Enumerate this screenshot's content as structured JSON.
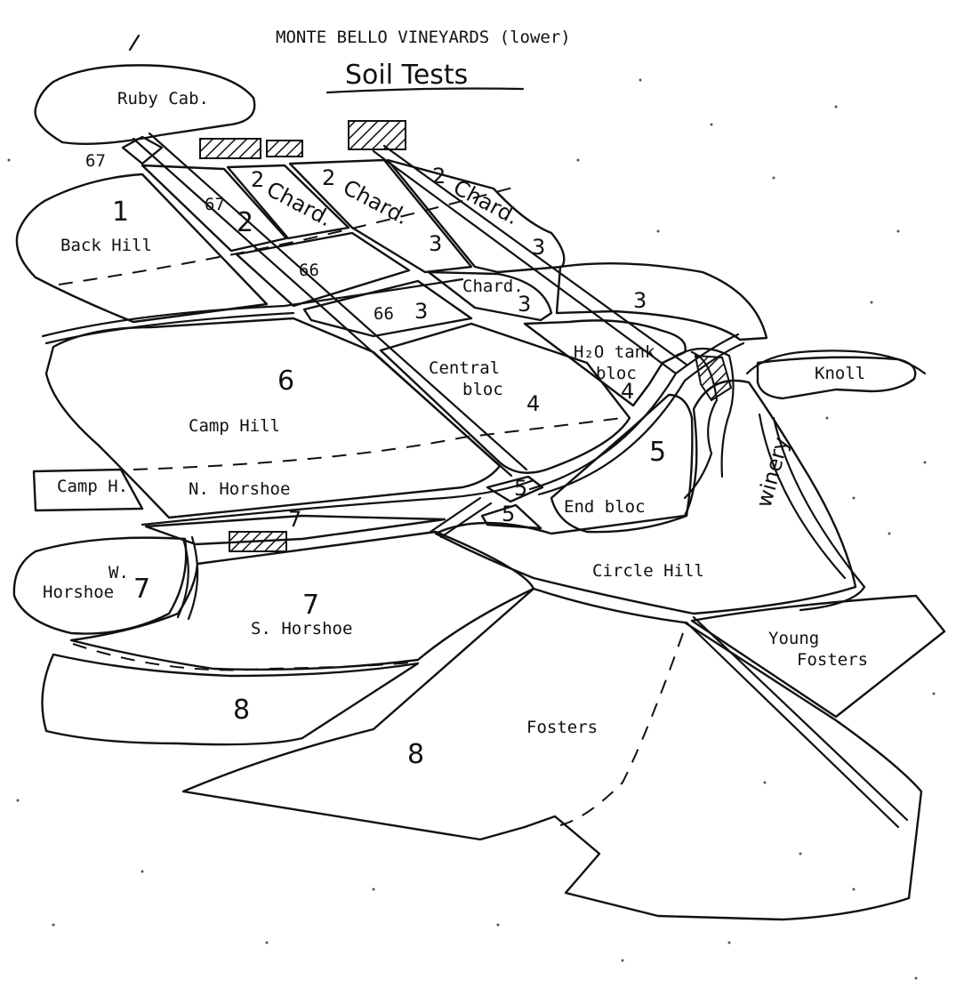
{
  "title": "MONTE BELLO VINEYARDS (lower)",
  "subtitle": "Soil Tests",
  "labels": {
    "ruby_cab": "Ruby Cab.",
    "back_hill": "Back Hill",
    "camp_hill": "Camp Hill",
    "camp_h": "Camp H.",
    "n_horshoe": "N. Horshoe",
    "w_horshoe_1": "W.",
    "w_horshoe_2": "Horshoe",
    "s_horshoe": "S. Horshoe",
    "central_bloc_1": "Central",
    "central_bloc_2": "bloc",
    "chard": "Chard.",
    "chard_1": "Chard.",
    "chard_2": "Chard.",
    "chard_3": "Chard.",
    "h2o_tank_1": "H₂O tank",
    "h2o_tank_2": "bloc",
    "knoll": "Knoll",
    "winery": "winery",
    "end_bloc": "End bloc",
    "circle_hill": "Circle Hill",
    "young_fosters_1": "Young",
    "young_fosters_2": "Fosters",
    "fosters": "Fosters",
    "block_67_a": "67",
    "block_67_b": "67",
    "block_66_a": "66",
    "block_66_b": "66"
  },
  "soil_numbers": {
    "back_hill": "1",
    "block_67": "2",
    "chard_1": "2",
    "chard_2": "2",
    "chard_3": "2",
    "chard_2_low": "3",
    "chard_3_low": "3",
    "chard_lower": "3",
    "block_66": "3",
    "east_field": "3",
    "h2o_tank": "4",
    "central_bloc": "4",
    "camp_hill": "6",
    "end_bloc": "5",
    "small_5_a": "5",
    "small_5_b": "5",
    "horshoe_strip": "7",
    "w_horshoe": "7",
    "s_horshoe": "7",
    "south_field": "8",
    "fosters": "8"
  }
}
